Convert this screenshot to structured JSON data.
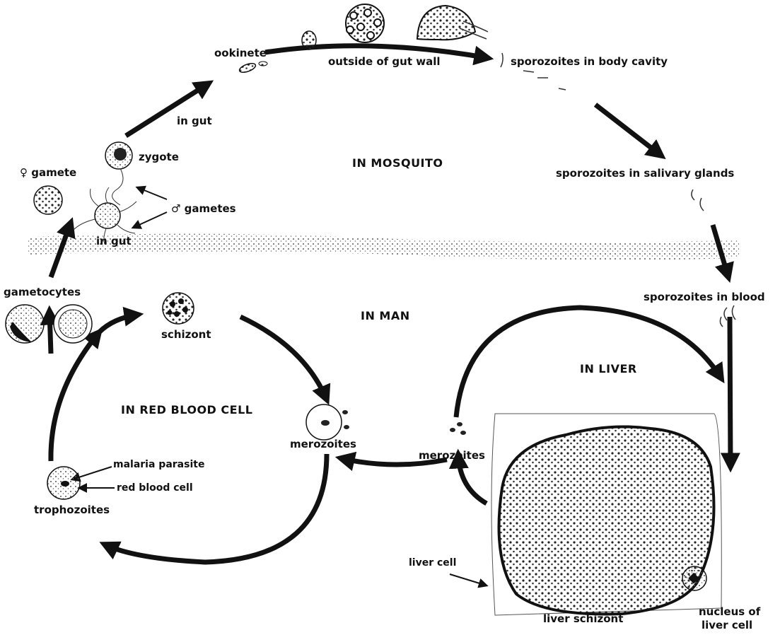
{
  "labels": {
    "ookinete": "ookinete",
    "outside_gut_wall": "outside of gut wall",
    "sporozoites_body_cavity": "sporozoites in body cavity",
    "in_gut_top": "in gut",
    "zygote": "zygote",
    "in_mosquito": "IN MOSQUITO",
    "female_gamete": "♀ gamete",
    "sporozoites_salivary": "sporozoites in salivary glands",
    "male_gametes": "♂ gametes",
    "in_gut_bottom": "in gut",
    "gametocytes": "gametocytes",
    "schizont": "schizont",
    "in_man": "IN MAN",
    "sporozoites_blood": "sporozoites in blood",
    "in_liver": "IN LIVER",
    "in_rbc": "IN RED BLOOD CELL",
    "merozoites_left": "merozoites",
    "merozoites_right": "merozoites",
    "malaria_parasite": "malaria parasite",
    "red_blood_cell": "red blood cell",
    "trophozoites": "trophozoites",
    "liver_cell": "liver cell",
    "liver_schizont": "liver schizont",
    "nucleus_line1": "nucleus of",
    "nucleus_line2": "liver cell"
  },
  "colors": {
    "ink": "#111111",
    "background": "#ffffff",
    "stipple": "#333333"
  }
}
